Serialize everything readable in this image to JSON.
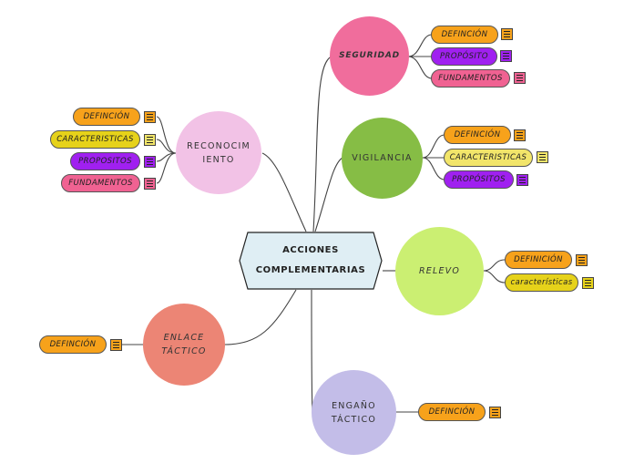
{
  "central": {
    "line1": "ACCIONES",
    "line2": "COMPLEMENTARIAS"
  },
  "topics": {
    "seguridad": {
      "label": "SEGURIDAD"
    },
    "vigilancia": {
      "label": "VIGILANCIA"
    },
    "relevo": {
      "label": "RELEVO"
    },
    "engano": {
      "label": "ENGAÑO TÁCTICO"
    },
    "enlace": {
      "line1": "ENLACE",
      "line2": "TÁCTICO"
    },
    "reconocimiento": {
      "line1": "RECONOCIM",
      "line2": "IENTO"
    }
  },
  "subtopics": {
    "seguridad": [
      "DEFINCIÓN",
      "PROPÓSITO",
      "FUNDAMENTOS"
    ],
    "vigilancia": [
      "DEFINCIÓN",
      "CARACTERISTICAS",
      "PROPÓSITOS"
    ],
    "relevo": [
      "DEFINICIÓN",
      "características"
    ],
    "engano": [
      "DEFINCIÓN"
    ],
    "enlace": [
      "DEFINCIÓN"
    ],
    "reconocimiento": [
      "DEFINCIÓN",
      "CARACTERISTICAS",
      "PROPOSITOS",
      "FUNDAMENTOS"
    ]
  },
  "colors": {
    "orange": "#f7a21b",
    "purple": "#a020f0",
    "pink": "#f06292",
    "yellow": "#e6d21a",
    "paleyellow": "#f2e56a",
    "seguridad": "#f06d9c",
    "vigilancia": "#86bd45",
    "relevo": "#cbef72",
    "engano": "#c3bde8",
    "enlace": "#ec8575",
    "reconocimiento": "#f2c2e6",
    "central": "#dfeef4"
  }
}
